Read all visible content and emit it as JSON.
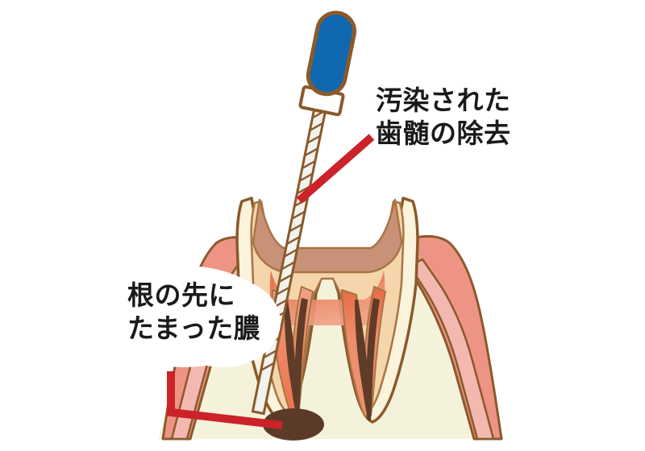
{
  "scene": {
    "title": "Root canal treatment illustration",
    "background_color": "#ffffff"
  },
  "annotations": {
    "right": {
      "name": "contaminated-pulp-removal",
      "line1": "汚染された",
      "line2": "歯髄の除去",
      "text_color": "#1a1a1a",
      "pointer_color": "#cc2229",
      "pointer_shape": "diagonal-line",
      "points_to": "endodontic-file-in-canal"
    },
    "left": {
      "name": "pus-at-root-tip",
      "line1": "根の先に",
      "line2": "たまった膿",
      "text_color": "#1a1a1a",
      "pointer_color": "#cc2229",
      "pointer_shape": "elbow-line",
      "points_to": "periapical-abscess",
      "bubble_fill": "#ffffff"
    }
  },
  "instrument": {
    "name": "endodontic-file",
    "handle_color": "#1068b0",
    "handle_outline": "#8a5a2b",
    "stopper_color": "#fdfdfb",
    "stopper_outline": "#8a5a2b",
    "shaft_color": "#f2f2ee",
    "shaft_outline": "#8a5a2b",
    "shaft_style": "twisted-spiral"
  },
  "anatomy": {
    "enamel": {
      "label": "enamel",
      "color": "#fbf3dc",
      "outline": "#8a5a2b"
    },
    "dentin": {
      "label": "dentin",
      "color": "#f5d5ab",
      "outline": "#a87545"
    },
    "access_cavity": {
      "label": "access-cavity",
      "color": "#c89278"
    },
    "pulp": {
      "label": "pulp",
      "color": "#ef8f6e",
      "color_inflamed": "#e4603c"
    },
    "canal_infected": {
      "label": "infected-root-canal",
      "color": "#5f3c27"
    },
    "gingiva": {
      "label": "gingiva",
      "color": "#ee9485",
      "outline": "#8a5a2b"
    },
    "gingiva_light": {
      "label": "gingiva-margin",
      "color": "#f3b9b0"
    },
    "bone": {
      "label": "alveolar-bone",
      "color": "#f5f2dc"
    },
    "pdl": {
      "label": "periodontal-ligament",
      "color": "#ef8f6e"
    },
    "abscess": {
      "label": "periapical-abscess",
      "color": "#5c3a28"
    }
  }
}
